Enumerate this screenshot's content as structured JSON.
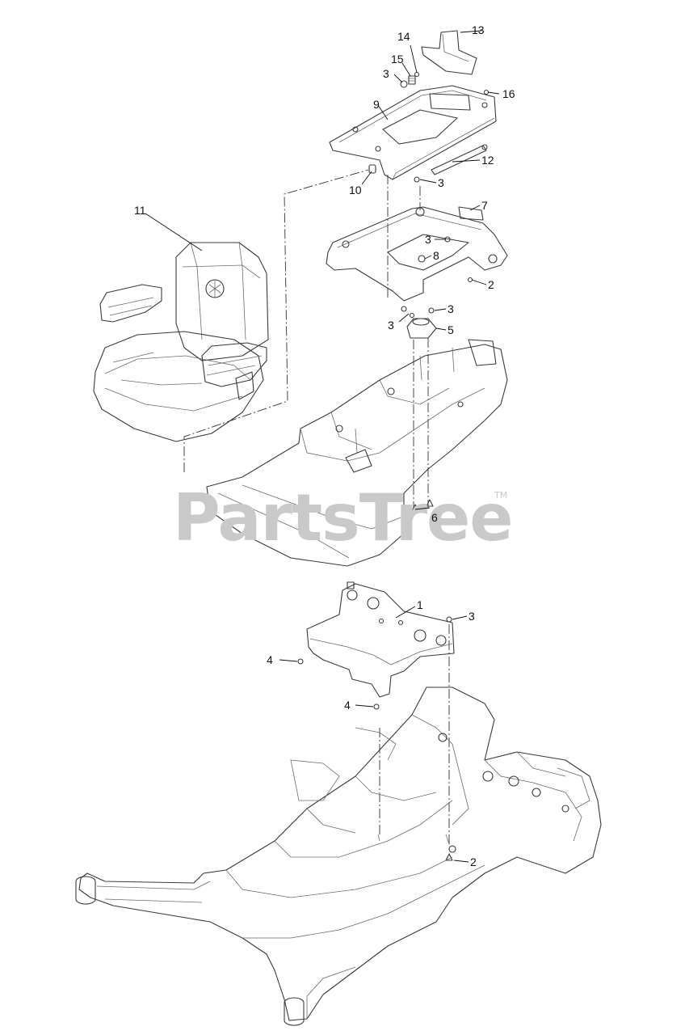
{
  "watermark": {
    "text": "PartsTree",
    "trademark": "TM"
  },
  "callouts": {
    "c1": "1",
    "c2a": "2",
    "c2b": "2",
    "c3a": "3",
    "c3b": "3",
    "c3c": "3",
    "c3d": "3",
    "c3e": "3",
    "c3f": "3",
    "c4a": "4",
    "c4b": "4",
    "c5": "5",
    "c6": "6",
    "c7": "7",
    "c8": "8",
    "c9": "9",
    "c10": "10",
    "c11": "11",
    "c12": "12",
    "c13": "13",
    "c14": "14",
    "c15": "15",
    "c16": "16"
  }
}
